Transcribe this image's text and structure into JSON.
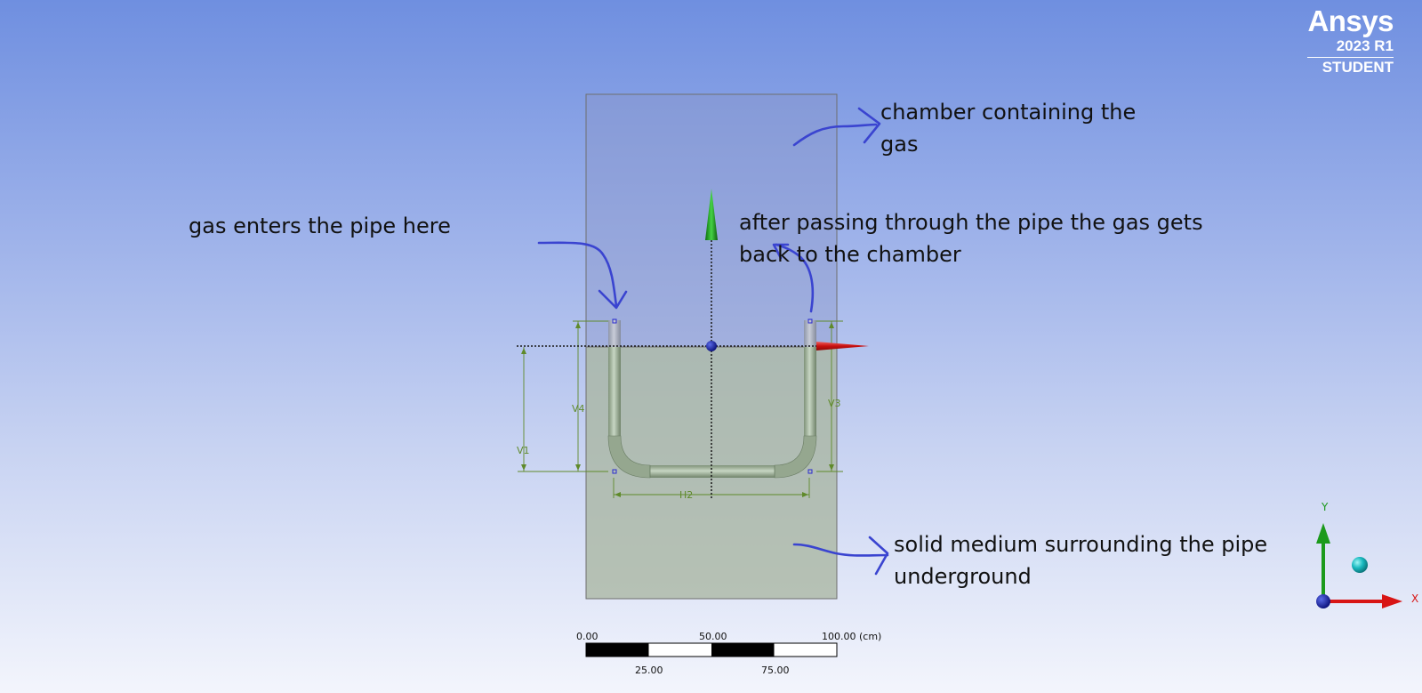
{
  "branding": {
    "product": "Ansys",
    "version": "2023 R1",
    "edition": "STUDENT"
  },
  "annotations": {
    "chamber": [
      "chamber containing the",
      "gas"
    ],
    "inlet": [
      "gas enters the pipe here"
    ],
    "outlet": [
      "after passing through the pipe the gas gets",
      "back to the chamber"
    ],
    "solid": [
      "solid medium surrounding the pipe",
      "underground"
    ]
  },
  "dimensions": {
    "v1": "V1",
    "v4": "V4",
    "v3": "V3",
    "h2": "H2"
  },
  "scale_bar": {
    "top_labels": [
      "0.00",
      "50.00",
      "100.00 (cm)"
    ],
    "bottom_labels": [
      "25.00",
      "75.00"
    ]
  },
  "triad": {
    "x_label": "X",
    "y_label": "Y"
  },
  "colors": {
    "annotation_pen": "#3a44d0",
    "dimension": "#5f8a2a",
    "axis_x": "#d81515",
    "axis_y": "#1c9a1c",
    "axis_z": "#1a1a9e"
  }
}
